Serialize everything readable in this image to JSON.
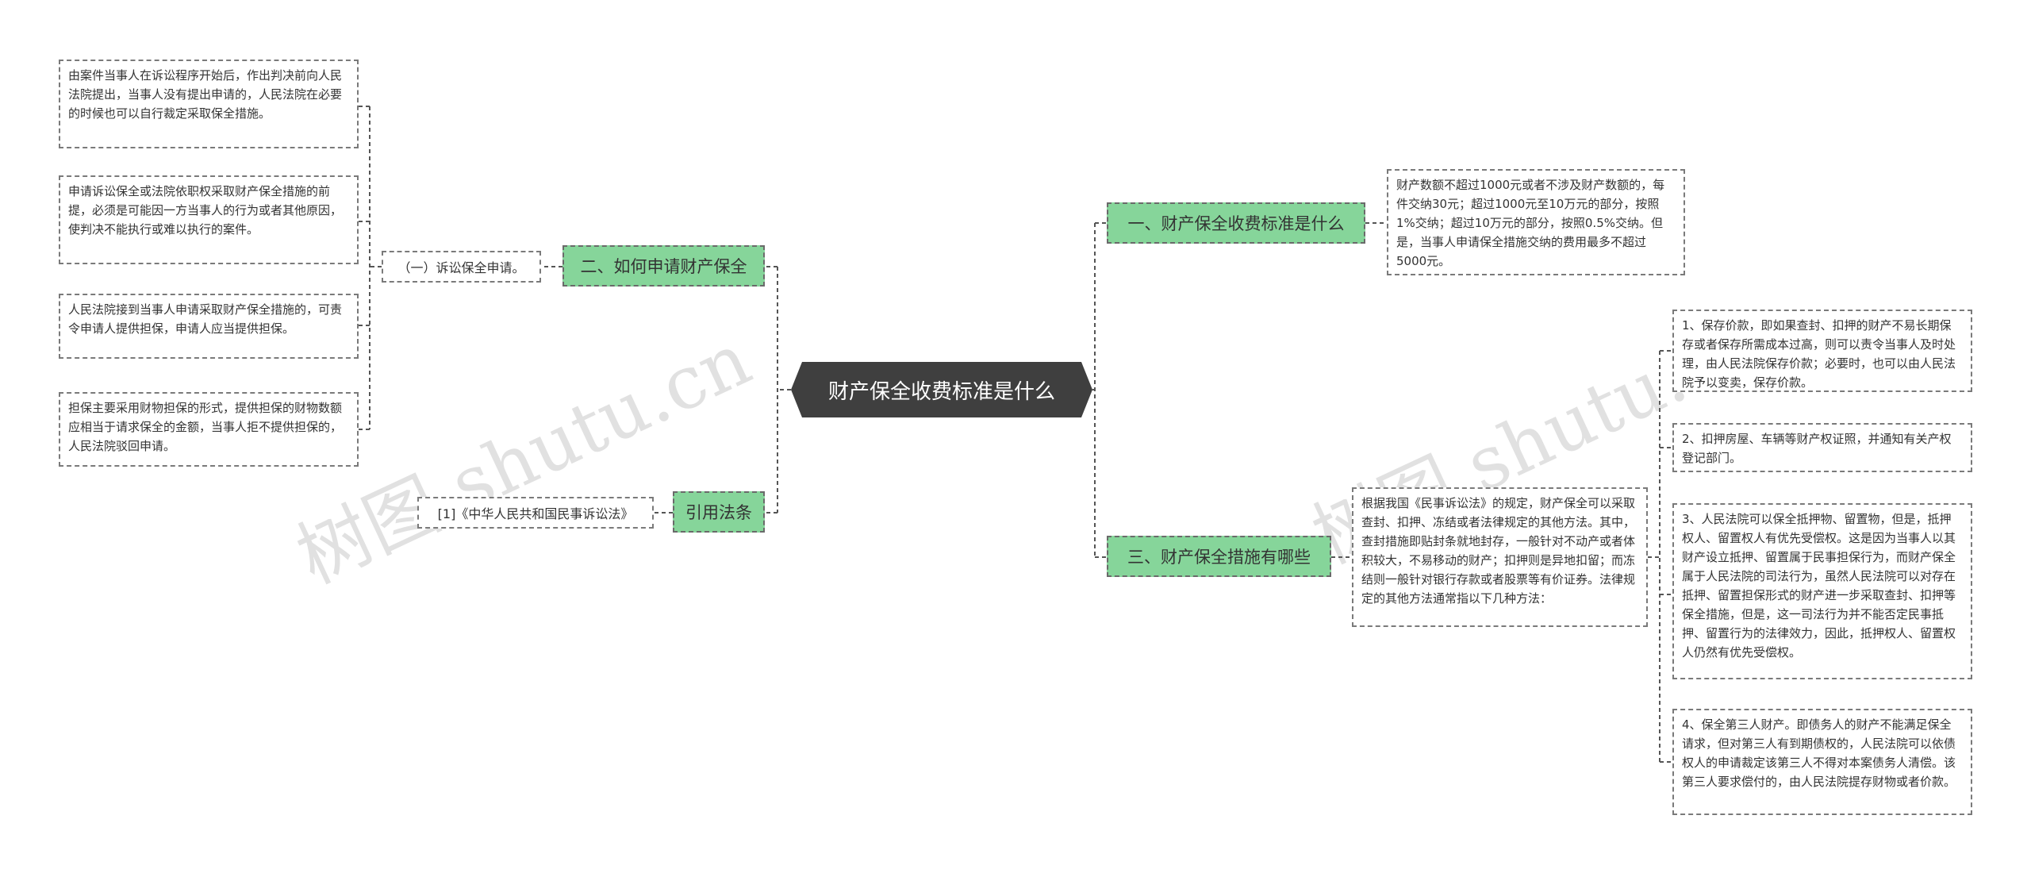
{
  "root": {
    "label": "财产保全收费标准是什么"
  },
  "branches": {
    "fee_standard": {
      "label": "一、财产保全收费标准是什么",
      "detail": "财产数额不超过1000元或者不涉及财产数额的，每件交纳30元；超过1000元至10万元的部分，按照1%交纳；超过10万元的部分，按照0.5%交纳。但是，当事人申请保全措施交纳的费用最多不超过5000元。"
    },
    "how_to_apply": {
      "label": "二、如何申请财产保全",
      "sub_label": "（一）诉讼保全申请。",
      "items": [
        "由案件当事人在诉讼程序开始后，作出判决前向人民法院提出，当事人没有提出申请的，人民法院在必要的时候也可以自行裁定采取保全措施。",
        "申请诉讼保全或法院依职权采取财产保全措施的前提，必须是可能因一方当事人的行为或者其他原因，使判决不能执行或难以执行的案件。",
        "人民法院接到当事人申请采取财产保全措施的，可责令申请人提供担保，申请人应当提供担保。",
        "担保主要采用财物担保的形式，提供担保的财物数额应相当于请求保全的金额，当事人拒不提供担保的，人民法院驳回申请。"
      ]
    },
    "measures": {
      "label": "三、财产保全措施有哪些",
      "intro": "根据我国《民事诉讼法》的规定，财产保全可以采取查封、扣押、冻结或者法律规定的其他方法。其中，查封措施即贴封条就地封存，一般针对不动产或者体积较大，不易移动的财产；扣押则是异地扣留；而冻结则一般针对银行存款或者股票等有价证券。法律规定的其他方法通常指以下几种方法：",
      "items": [
        "1、保存价款，即如果查封、扣押的财产不易长期保存或者保存所需成本过高，则可以责令当事人及时处理，由人民法院保存价款；必要时，也可以由人民法院予以变卖，保存价款。",
        "2、扣押房屋、车辆等财产权证照，并通知有关产权登记部门。",
        "3、人民法院可以保全抵押物、留置物，但是，抵押权人、留置权人有优先受偿权。这是因为当事人以其财产设立抵押、留置属于民事担保行为，而财产保全属于人民法院的司法行为，虽然人民法院可以对存在抵押、留置担保形式的财产进一步采取查封、扣押等保全措施，但是，这一司法行为并不能否定民事抵押、留置行为的法律效力，因此，抵押权人、留置权人仍然有优先受偿权。",
        "4、保全第三人财产。即债务人的财产不能满足保全请求，但对第三人有到期债权的，人民法院可以依债权人的申请裁定该第三人不得对本案债务人清偿。该第三人要求偿付的，由人民法院提存财物或者价款。"
      ]
    },
    "law": {
      "label": "引用法条",
      "items": [
        "[1]《中华人民共和国民事诉讼法》"
      ]
    }
  },
  "watermark": "树图 shutu.cn",
  "colors": {
    "root_bg": "#3f3f3f",
    "branch_bg": "#86d59a",
    "line": "#555555"
  }
}
